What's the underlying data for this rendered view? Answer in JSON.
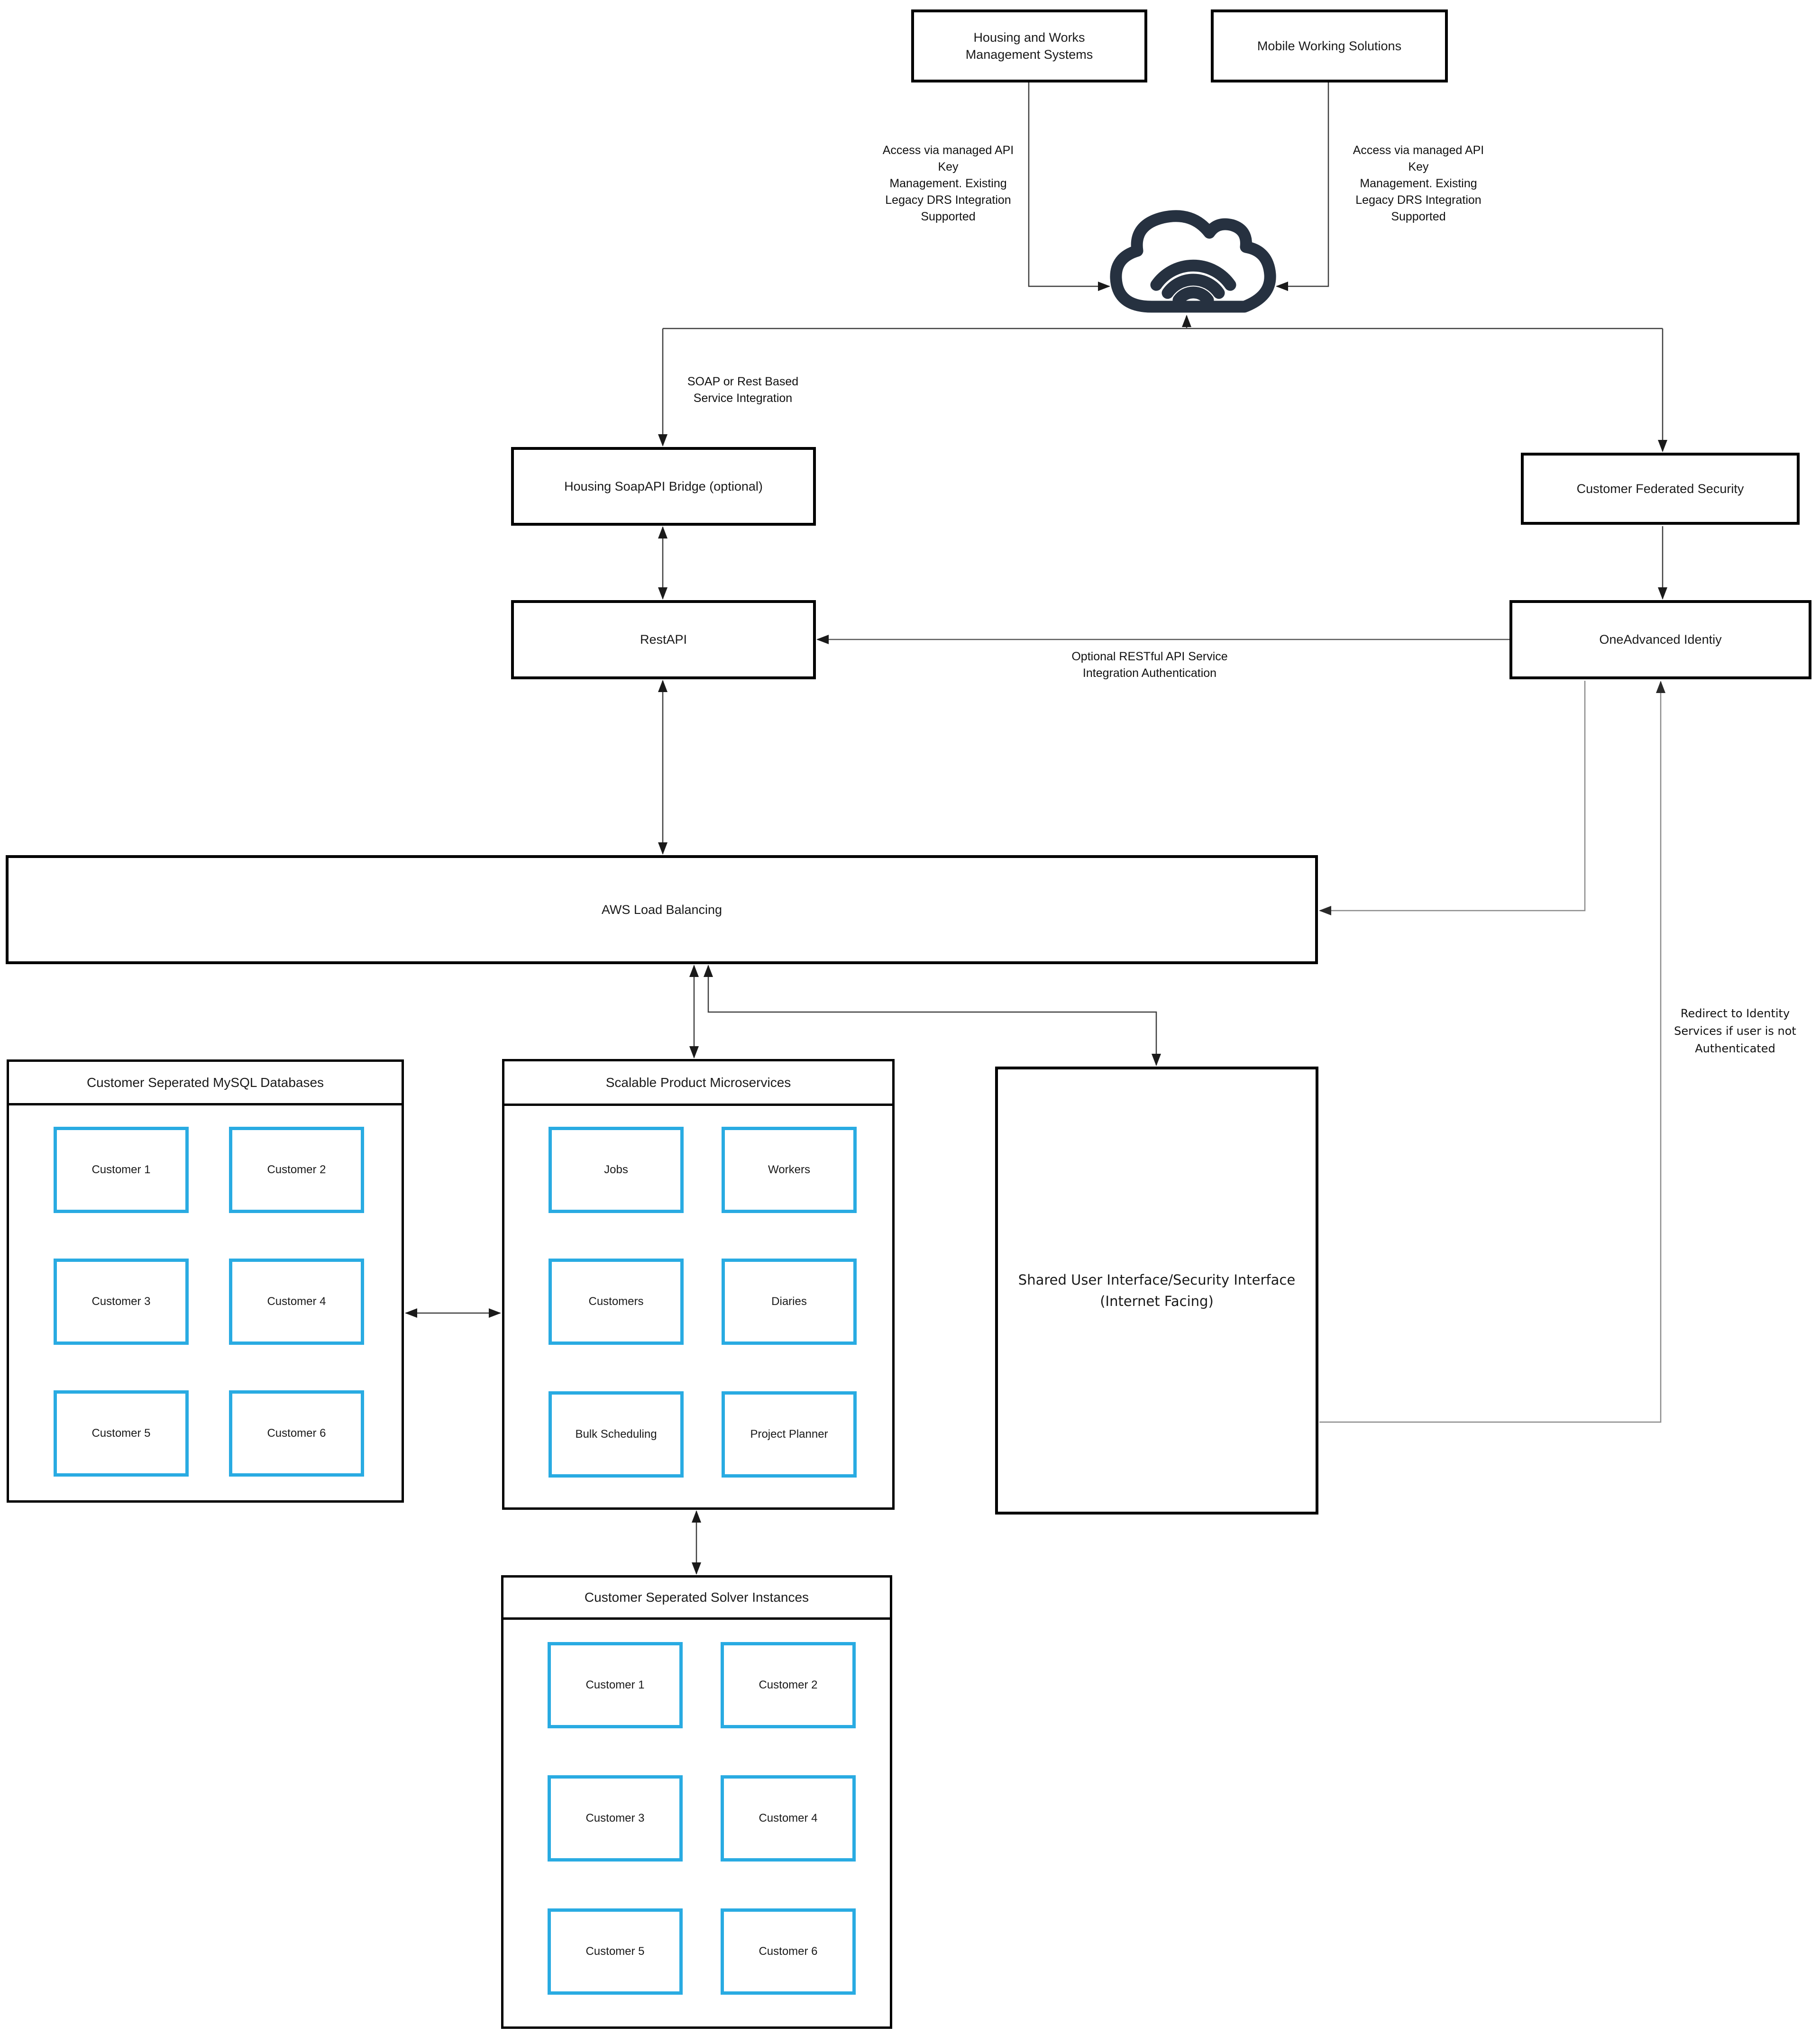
{
  "colors": {
    "accent_cyan": "#29abe2",
    "cloud_dark": "#263140",
    "line_dark": "#3f3f3f",
    "line_gray": "#8c8c8c"
  },
  "nodes": {
    "housing": {
      "label": "Housing and Works\nManagement Systems"
    },
    "mobile": {
      "label": "Mobile Working Solutions"
    },
    "bridge": {
      "label": "Housing SoapAPI Bridge (optional)"
    },
    "restapi": {
      "label": "RestAPI"
    },
    "cfs": {
      "label": "Customer Federated Security"
    },
    "oneadvanced": {
      "label": "OneAdvanced Identiy"
    },
    "aws": {
      "label": "AWS Load Balancing"
    },
    "shared_ui": {
      "label": "Shared User Interface/Security Interface\n(Internet Facing)"
    }
  },
  "icons": {
    "cloud": "cloud-wifi-icon"
  },
  "annotations": {
    "access_left": "Access via managed API\nKey\nManagement.  Existing\nLegacy DRS Integration\nSupported",
    "access_right": "Access via managed API\nKey\nManagement. Existing\nLegacy DRS Integration\nSupported",
    "soap": "SOAP or Rest Based\nService Integration",
    "optional_rest": "Optional RESTful API Service\nIntegration Authentication",
    "redirect": "Redirect to Identity\nServices if user is not\nAuthenticated"
  },
  "containers": {
    "mysql": {
      "title": "Customer Seperated MySQL Databases",
      "cells": [
        "Customer 1",
        "Customer 2",
        "Customer 3",
        "Customer 4",
        "Customer 5",
        "Customer 6"
      ]
    },
    "microservices": {
      "title": "Scalable Product Microservices",
      "cells": [
        "Jobs",
        "Workers",
        "Customers",
        "Diaries",
        "Bulk Scheduling",
        "Project Planner"
      ]
    },
    "solver": {
      "title": "Customer Seperated Solver Instances",
      "cells": [
        "Customer 1",
        "Customer 2",
        "Customer 3",
        "Customer 4",
        "Customer 5",
        "Customer 6"
      ]
    }
  }
}
